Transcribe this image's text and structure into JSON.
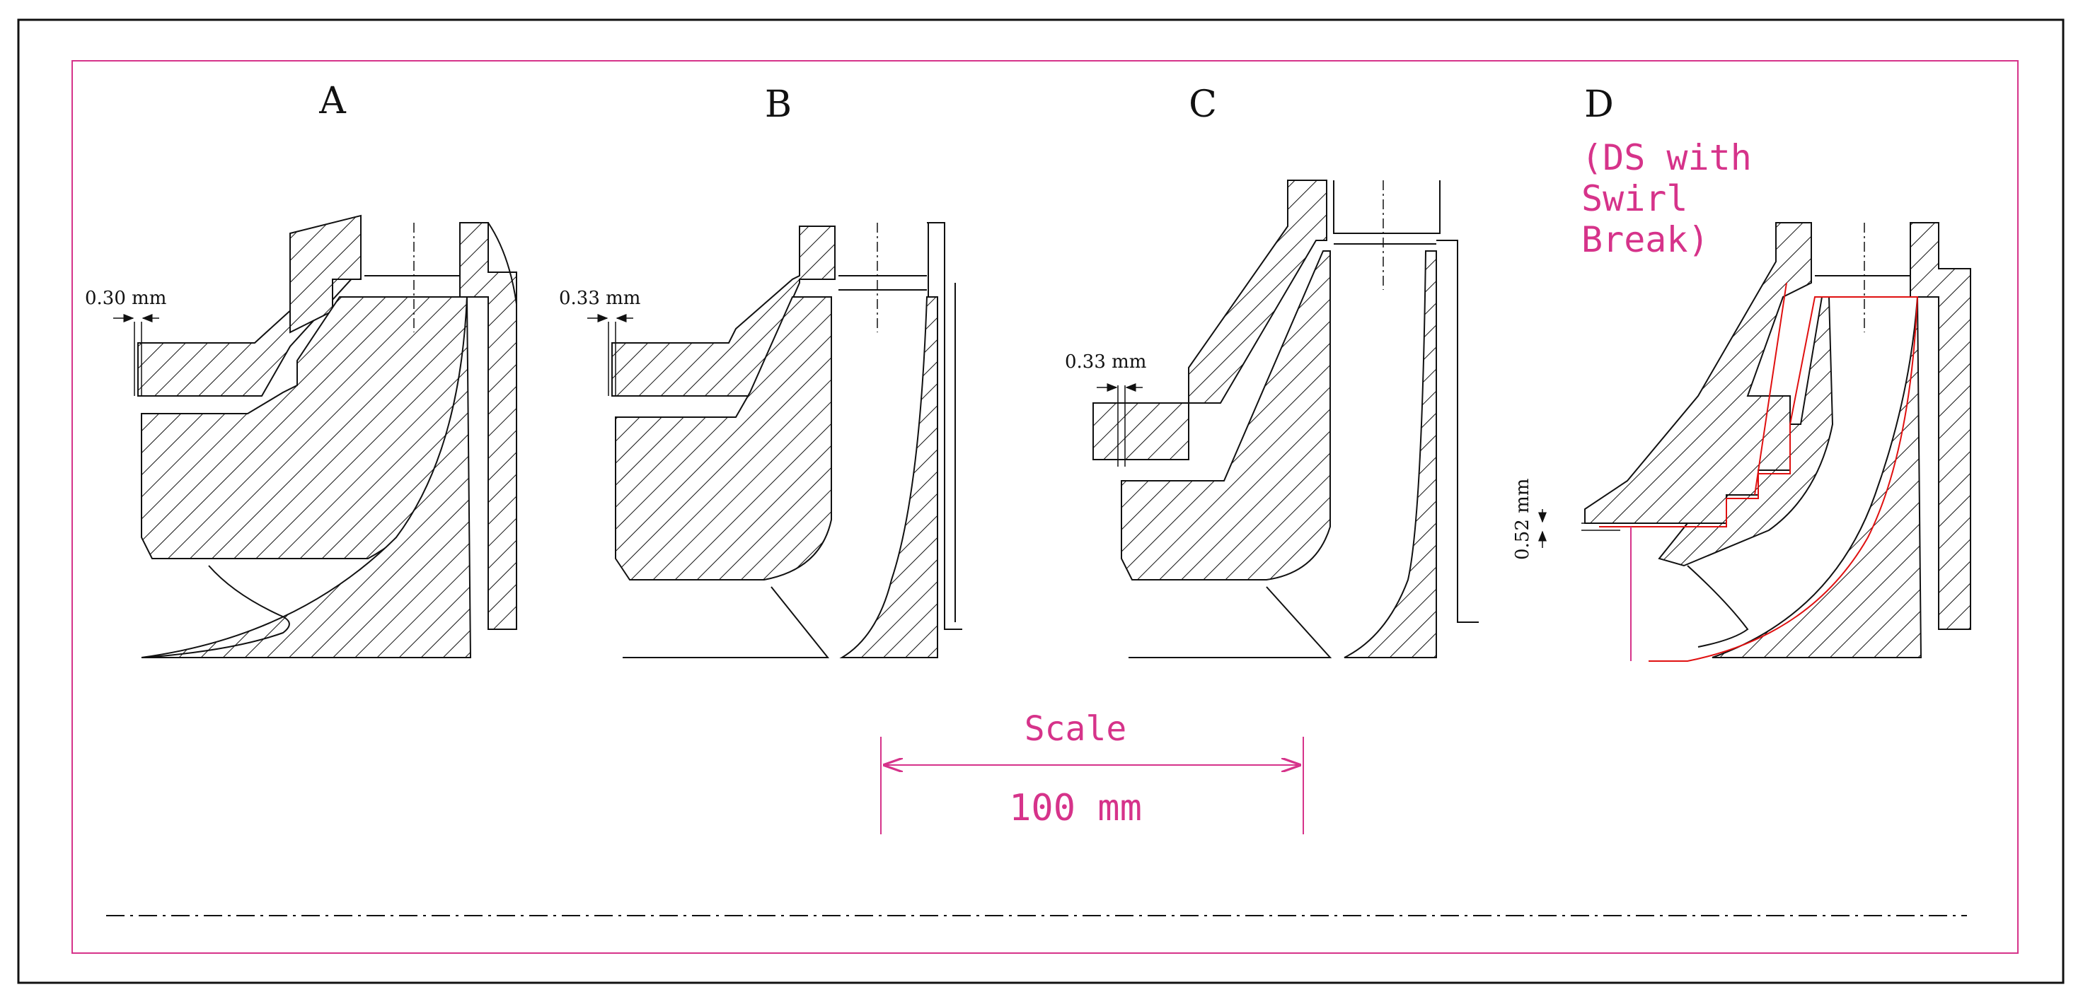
{
  "panels": [
    {
      "id": "A",
      "label": "A",
      "gap": "0.30 mm"
    },
    {
      "id": "B",
      "label": "B",
      "gap": "0.33 mm"
    },
    {
      "id": "C",
      "label": "C",
      "gap": "0.33 mm"
    },
    {
      "id": "D",
      "label": "D",
      "gap": "0.52 mm",
      "note_lines": [
        "(DS with",
        "Swirl",
        "Break)"
      ]
    }
  ],
  "scale": {
    "title": "Scale",
    "value": "100 mm"
  },
  "colors": {
    "ink": "#111111",
    "magenta": "#d6338a",
    "red": "#e01010",
    "border": "#d6338a"
  }
}
